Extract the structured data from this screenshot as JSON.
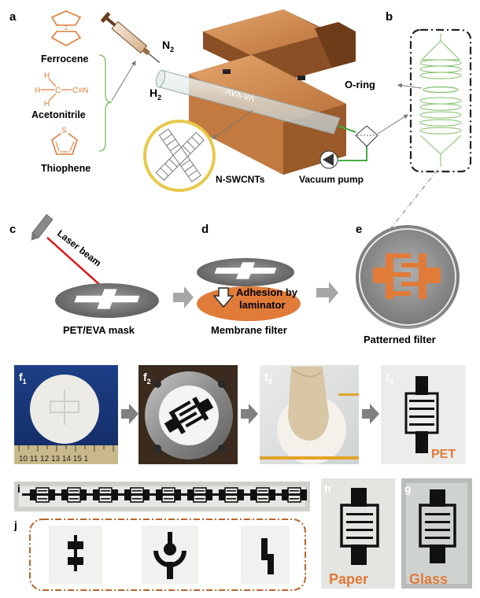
{
  "panels": {
    "a": "a",
    "b": "b",
    "c": "c",
    "d": "d",
    "e": "e",
    "f1_base": "f",
    "f1_sub": "1",
    "f2_base": "f",
    "f2_sub": "2",
    "f3_base": "f",
    "f3_sub": "3",
    "f4_base": "f",
    "f4_sub": "4",
    "g": "g",
    "h": "h",
    "i": "i",
    "j": "j"
  },
  "precursors": {
    "ferrocene": "Ferrocene",
    "acetonitrile": "Acetonitrile",
    "thiophene": "Thiophene",
    "thiophene_s": "S",
    "acetonitrile_h1": "H",
    "acetonitrile_h2": "H",
    "acetonitrile_h3": "H",
    "acetonitrile_c": "C",
    "acetonitrile_triple": "C≡N"
  },
  "gases": {
    "n2_base": "N",
    "n2_sub": "2",
    "h2_base": "H",
    "h2_sub": "2"
  },
  "furnace": {
    "tube_marks": "ᐱᐯᐱ-ᐯᐱ"
  },
  "labels": {
    "nswcnts": "N-SWCNTs",
    "vacuum_pump": "Vacuum pump",
    "oring": "O-ring",
    "laser_beam": "Laser beam",
    "pet_eva_mask": "PET/EVA mask",
    "adhesion_line1": "Adhesion by",
    "adhesion_line2": "laminator",
    "membrane_filter": "Membrane filter",
    "patterned_filter": "Patterned filter"
  },
  "photos": {
    "ruler_numbers": "10 11 12 13 14 15 1",
    "pet": "PET",
    "paper": "Paper",
    "glass": "Glass"
  },
  "colors": {
    "orange": "#e07b39",
    "copper": "#c8864a",
    "green": "#44aa44",
    "dark": "#1a1a1a",
    "grey_arrow": "#a6a6a6"
  }
}
